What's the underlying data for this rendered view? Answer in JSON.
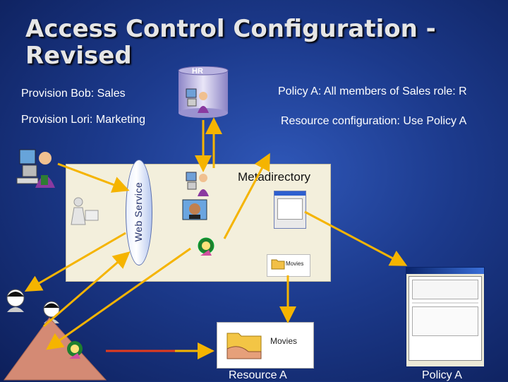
{
  "title": "Access Control Configuration - Revised",
  "hr_label": "HR",
  "provision_bob": "Provision Bob: Sales",
  "provision_lori": "Provision Lori: Marketing",
  "policy_a_text": "Policy A:  All members of Sales role: R",
  "resource_config": "Resource configuration: Use Policy A",
  "metadirectory_label": "Metadirectory",
  "web_service_label": "Web Service",
  "movies_label": "Movies",
  "resource_a_caption": "Resource A",
  "policy_a_caption": "Policy A",
  "colors": {
    "arrow": "#f5b400",
    "arrow_red": "#e23b1e",
    "panel": "#f3efdc"
  }
}
